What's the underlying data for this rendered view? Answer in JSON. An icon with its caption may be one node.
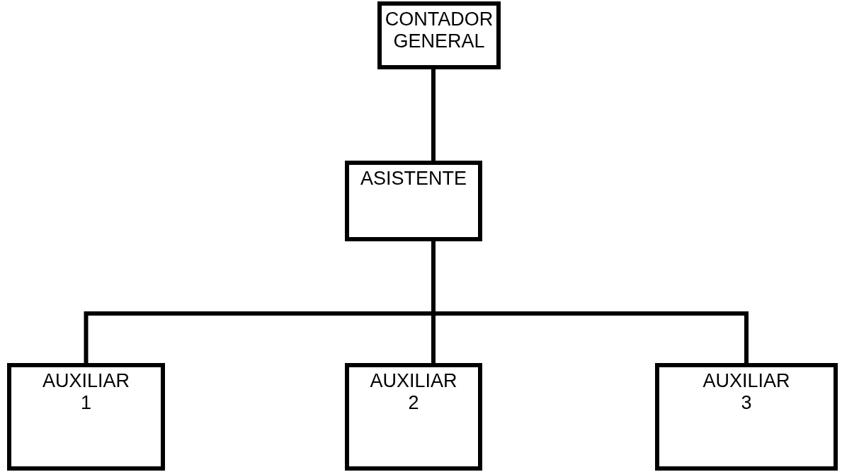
{
  "diagram": {
    "nodes": [
      {
        "text": [
          "CONTADOR GENERAL"
        ]
      },
      {
        "text": [
          "ASISTENTE"
        ]
      },
      {
        "text": [
          "AUXILIAR 1"
        ]
      },
      {
        "text": [
          "AUXILIAR 2"
        ]
      },
      {
        "text": [
          "AUXILIAR 3"
        ]
      }
    ],
    "edges": [
      {
        "from": 0,
        "to": 1,
        "arrow": "none"
      },
      {
        "from": 1,
        "to": 2,
        "arrow": "none"
      },
      {
        "from": 1,
        "to": 3,
        "arrow": "none"
      },
      {
        "from": 1,
        "to": 4,
        "arrow": "none"
      }
    ]
  }
}
